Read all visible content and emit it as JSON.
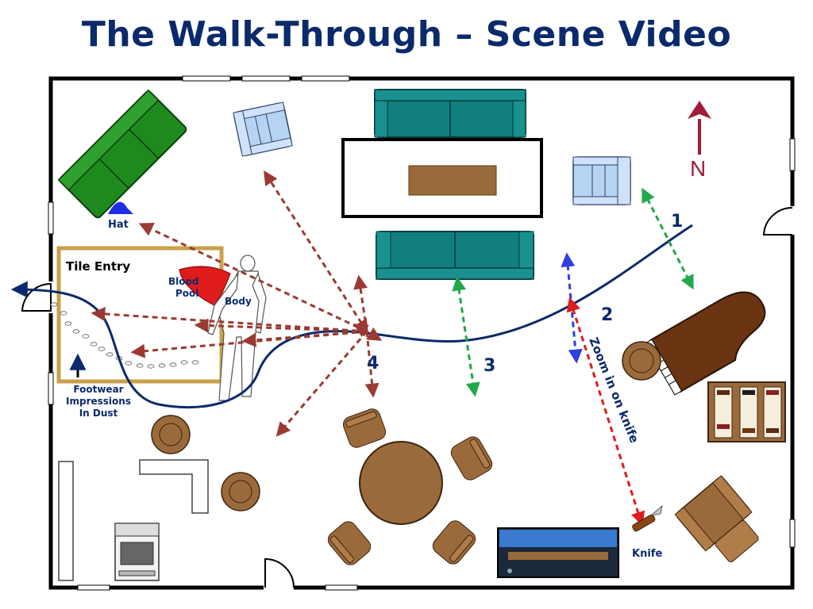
{
  "title": "The Walk-Through – Scene Video",
  "compass": {
    "label": "N"
  },
  "labels": {
    "hat": "Hat",
    "tile_entry": "Tile Entry",
    "blood_pool_line1": "Blood",
    "blood_pool_line2": "Pool",
    "body": "Body",
    "footwear_line1": "Footwear",
    "footwear_line2": "Impressions",
    "footwear_line3": "In Dust",
    "zoom": "Zoom in on knife",
    "knife": "Knife"
  },
  "waypoints": [
    "1",
    "2",
    "3",
    "4"
  ],
  "colors": {
    "title": "#0b2a6b",
    "path": "#0b2a6b",
    "evidence_arrows": "#9a3b33",
    "green_arrows": "#22a84a",
    "blue_arrow": "#2f3fe0",
    "red_arrow": "#e01b1b",
    "compass": "#a01d3a",
    "sofa_teal": "#117f7f",
    "sofa_green": "#1e8a1e",
    "chair_blue": "#b7d3f2",
    "wood": "#8d5a2b",
    "tile_border": "#c8a04a"
  }
}
